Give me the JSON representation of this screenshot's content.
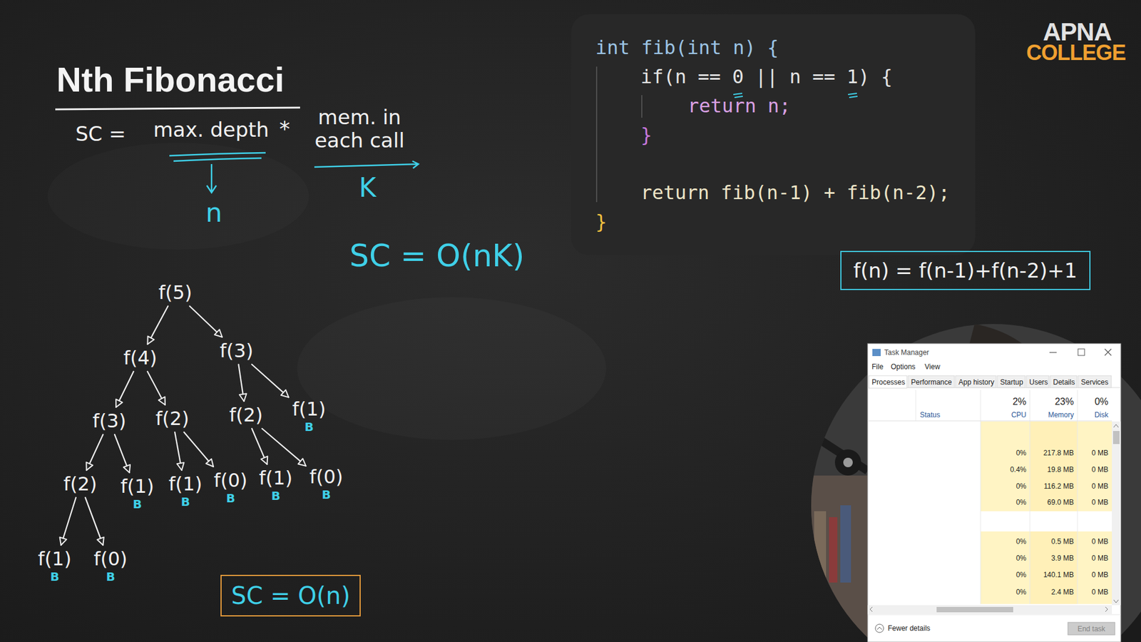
{
  "diagram": {
    "title": "Nth Fibonacci",
    "nodes": [
      {
        "text": [
          "int fib(int n) {",
          "if(n == 0 || n == 1) {",
          "return n;",
          "}",
          "return fib(n-1) + fib(n-2);",
          "}"
        ]
      },
      {
        "text": [
          "f(n) = f(n-1)+f(n-2)+1"
        ]
      },
      {
        "text": [
          "f(5)"
        ]
      },
      {
        "text": [
          "f(4)"
        ]
      },
      {
        "text": [
          "f(3)"
        ]
      },
      {
        "text": [
          "f(3)"
        ]
      },
      {
        "text": [
          "f(2)"
        ]
      },
      {
        "text": [
          "f(2)"
        ]
      },
      {
        "text": [
          "f(1)",
          "B"
        ]
      },
      {
        "text": [
          "f(2)"
        ]
      },
      {
        "text": [
          "f(1)",
          "B"
        ]
      },
      {
        "text": [
          "f(1)",
          "B"
        ]
      },
      {
        "text": [
          "f(0)",
          "B"
        ]
      },
      {
        "text": [
          "f(1)",
          "B"
        ]
      },
      {
        "text": [
          "f(0)",
          "B"
        ]
      },
      {
        "text": [
          "f(1)",
          "B"
        ]
      },
      {
        "text": [
          "f(0)",
          "B"
        ]
      },
      {
        "text": [
          "SC = O(n)"
        ]
      },
      {
        "text": [
          "Task Manager",
          "File",
          "Options",
          "View",
          "Processes",
          "Performance",
          "App history",
          "Startup",
          "Users",
          "Details",
          "Services",
          "2%",
          "CPU",
          "23%",
          "Memory",
          "0%",
          "Disk",
          "Status",
          "0%",
          "217.8 MB",
          "0 MB",
          "0.4%",
          "19.8 MB",
          "0 MB",
          "0%",
          "116.2 MB",
          "0 MB",
          "0%",
          "69.0 MB",
          "0 MB",
          "0%",
          "0.5 MB",
          "0 MB",
          "0%",
          "3.9 MB",
          "0 MB",
          "0%",
          "140.1 MB",
          "0 MB",
          "0%",
          "2.4 MB",
          "0 MB",
          "Fewer details",
          "End task"
        ]
      }
    ],
    "edges": [
      {
        "from": 2,
        "to": 3,
        "arrow": "to"
      },
      {
        "from": 2,
        "to": 4,
        "arrow": "to"
      },
      {
        "from": 3,
        "to": 5,
        "arrow": "to"
      },
      {
        "from": 3,
        "to": 6,
        "arrow": "to"
      },
      {
        "from": 4,
        "to": 7,
        "arrow": "to"
      },
      {
        "from": 4,
        "to": 8,
        "arrow": "to"
      },
      {
        "from": 5,
        "to": 9,
        "arrow": "to"
      },
      {
        "from": 5,
        "to": 10,
        "arrow": "to"
      },
      {
        "from": 6,
        "to": 11,
        "arrow": "to"
      },
      {
        "from": 6,
        "to": 12,
        "arrow": "to"
      },
      {
        "from": 7,
        "to": 13,
        "arrow": "to"
      },
      {
        "from": 7,
        "to": 14,
        "arrow": "to"
      },
      {
        "from": 9,
        "to": 15,
        "arrow": "to"
      },
      {
        "from": 9,
        "to": 16,
        "arrow": "to"
      }
    ],
    "labels": [
      "SC =",
      "max. depth",
      "*",
      "mem. in each call",
      "n",
      "K",
      "SC = O(nK)",
      "APNA",
      "COLLEGE"
    ]
  }
}
